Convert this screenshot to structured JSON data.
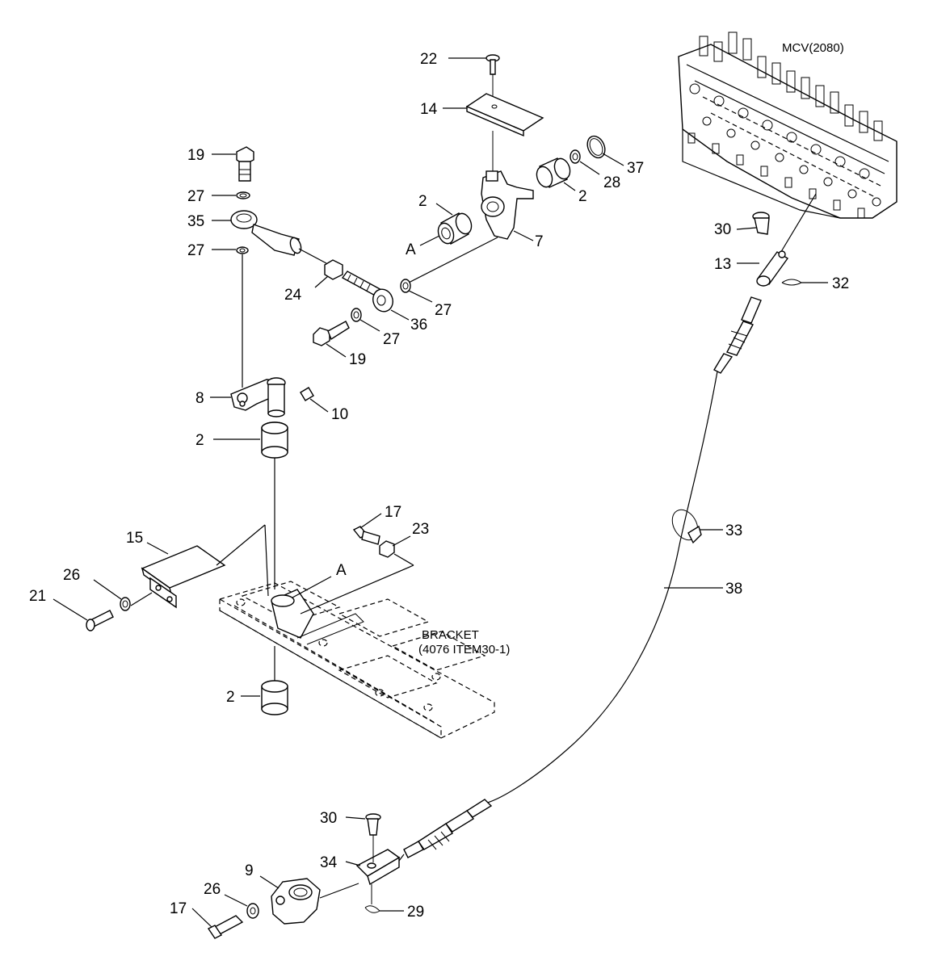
{
  "diagram": {
    "mcv_label": "MCV(2080)",
    "bracket_label_1": "BRACKET",
    "bracket_label_2": "(4076 ITEM30-1)",
    "ref_label": "A",
    "callouts": {
      "c22": "22",
      "c14": "14",
      "c19a": "19",
      "c27a": "27",
      "c35": "35",
      "c27b": "27",
      "c24": "24",
      "c2a": "2",
      "c2b": "2",
      "c7": "7",
      "c28": "28",
      "c37": "37",
      "c27c": "27",
      "c36": "36",
      "c27d": "27",
      "c19b": "19",
      "c8": "8",
      "c10": "10",
      "c2c": "2",
      "c15": "15",
      "c17a": "17",
      "c23": "23",
      "c26a": "26",
      "c21": "21",
      "c2d": "2",
      "c30a": "30",
      "c13": "13",
      "c32": "32",
      "c33": "33",
      "c38": "38",
      "c30b": "30",
      "c34": "34",
      "c9": "9",
      "c26b": "26",
      "c17b": "17",
      "c29": "29"
    }
  }
}
